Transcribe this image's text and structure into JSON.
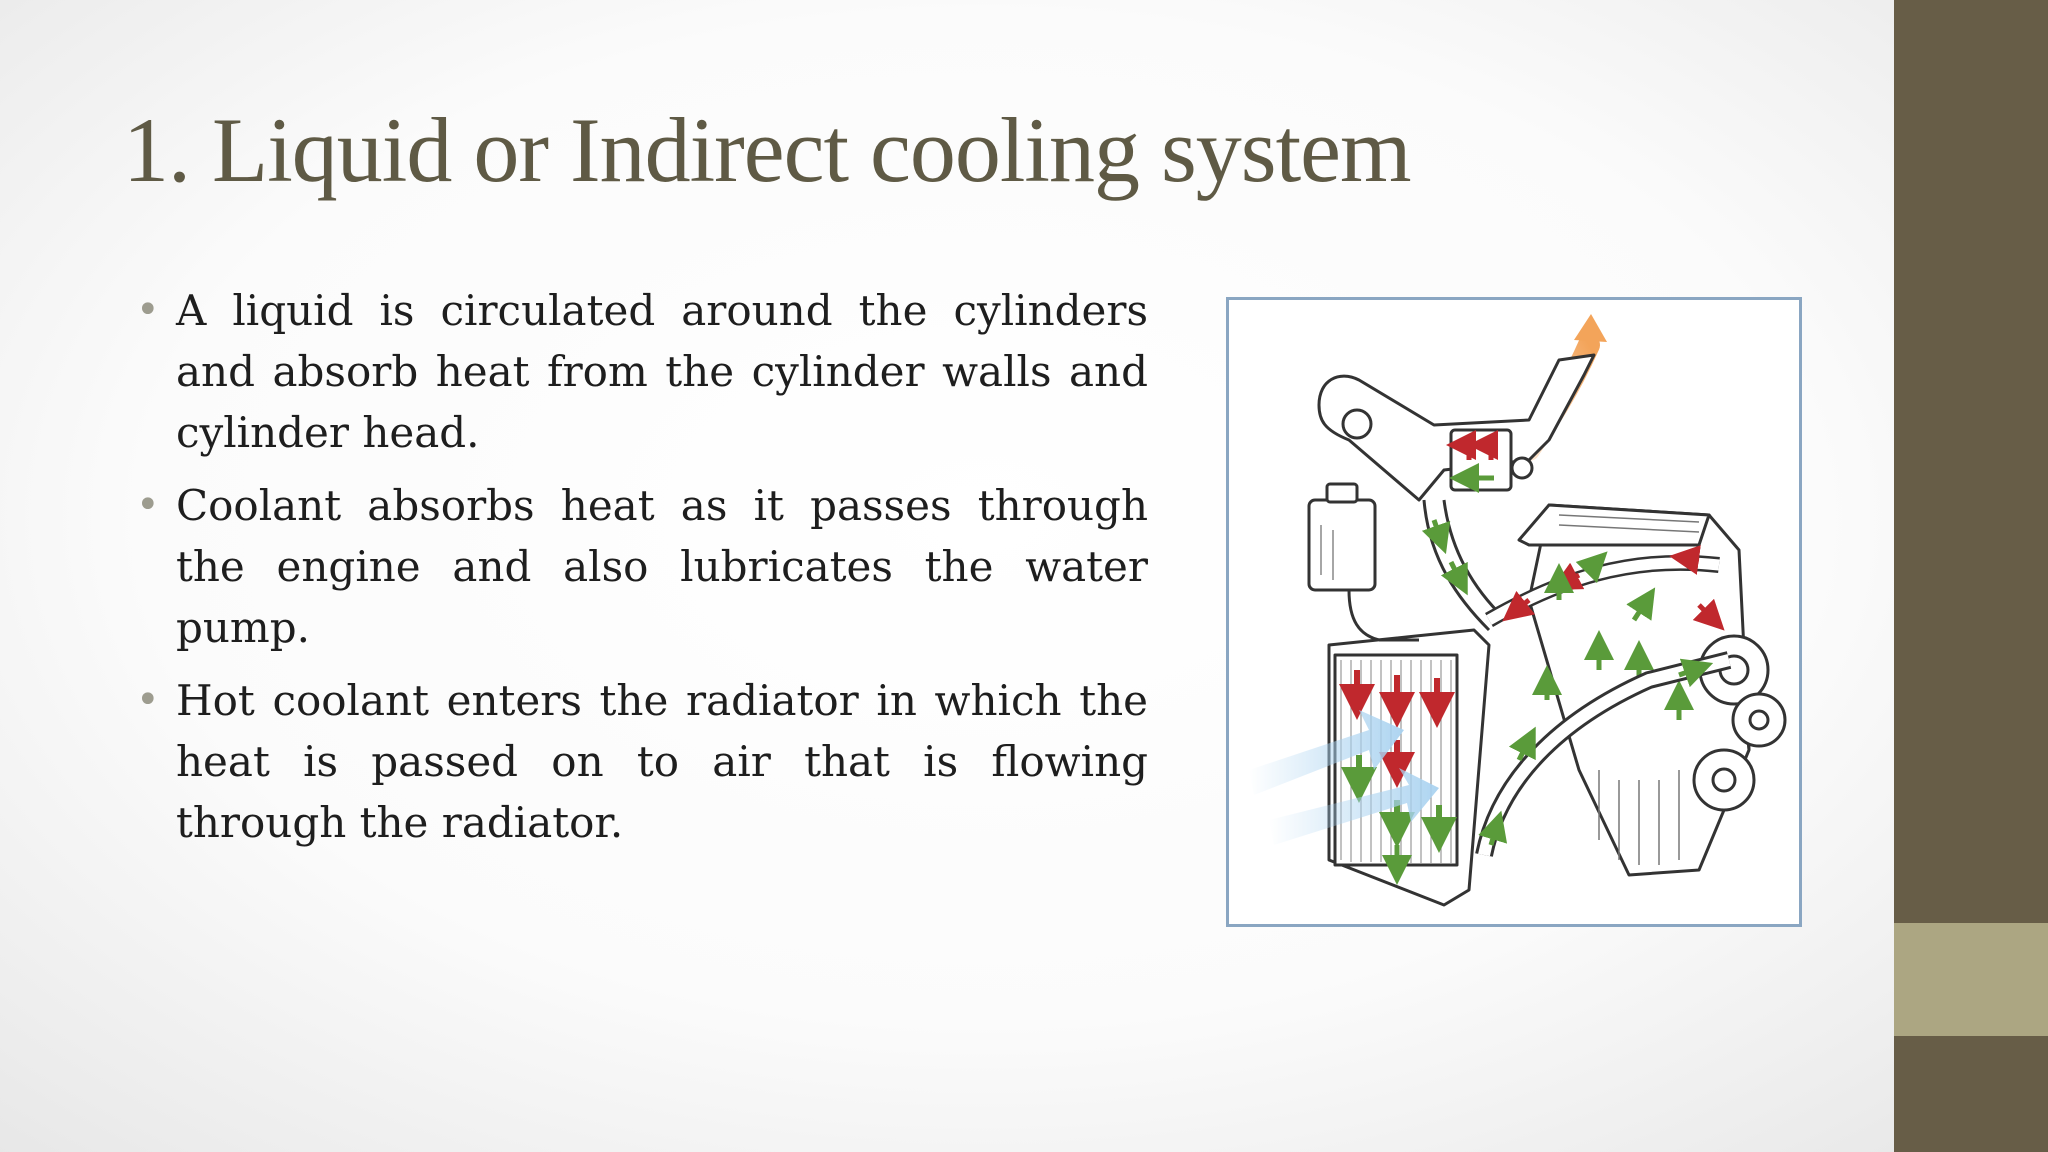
{
  "slide": {
    "title": "1. Liquid or Indirect cooling system",
    "bullets": [
      "A liquid  is circulated around the cylinders and absorb heat from the cylinder walls and cylinder head.",
      "Coolant absorbs heat as it passes through the engine and also lubricates the water pump.",
      "Hot coolant enters the radiator in which the heat is passed on to air that is flowing through the radiator."
    ],
    "bullet_symbol": "•"
  },
  "diagram": {
    "icon": "engine-cooling-diagram-icon",
    "colors": {
      "hot_flow": "#c0282d",
      "cool_flow": "#5a9b3a",
      "air_flow": "#a9d2f0",
      "exhaust_flow": "#f3a45a",
      "line": "#333333",
      "frame_border": "#8aa6c2"
    }
  },
  "theme": {
    "title_color": "#5f5a45",
    "sidebar_color": "#675d47",
    "sidebar_accent_color": "#aca682"
  }
}
